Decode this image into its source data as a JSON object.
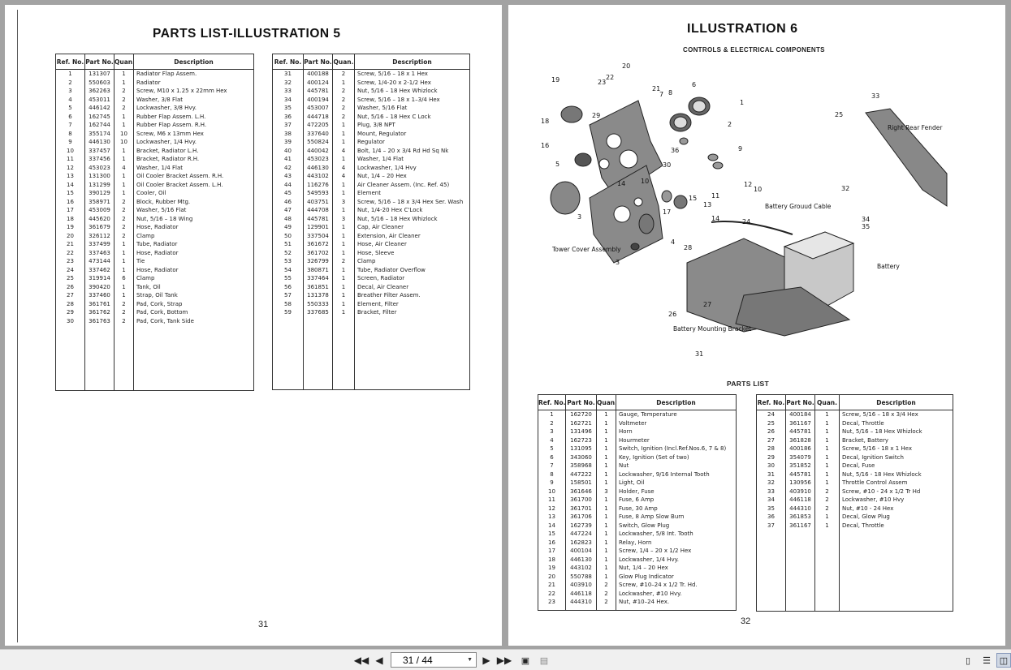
{
  "left_page": {
    "title": "PARTS  LIST-ILLUSTRATION  5",
    "page_number": "31",
    "headers": [
      "Ref. No.",
      "Part No.",
      "Quan.",
      "Description"
    ],
    "table1": [
      [
        "1",
        "131307",
        "1",
        "Radiator Flap  Assem."
      ],
      [
        "2",
        "550603",
        "1",
        "Radiator"
      ],
      [
        "3",
        "362263",
        "2",
        "Screw, M10 x 1.25 x 22mm Hex"
      ],
      [
        "4",
        "453011",
        "2",
        "Washer, 3/8 Flat"
      ],
      [
        "5",
        "446142",
        "2",
        "Lockwasher, 3/8 Hvy."
      ],
      [
        "6",
        "162745",
        "1",
        "Rubber Flap Assem. L.H."
      ],
      [
        "7",
        "162744",
        "1",
        "Rubber Flap Assem. R.H."
      ],
      [
        "8",
        "355174",
        "10",
        "Screw, M6 x 13mm Hex"
      ],
      [
        "9",
        "446130",
        "10",
        "Lockwasher, 1/4 Hvy."
      ],
      [
        "10",
        "337457",
        "1",
        "Bracket, Radiator L.H."
      ],
      [
        "11",
        "337456",
        "1",
        "Bracket, Radiator R.H."
      ],
      [
        "12",
        "453023",
        "4",
        "Washer, 1/4 Flat"
      ],
      [
        "13",
        "131300",
        "1",
        "Oil Cooler Bracket Assem. R.H."
      ],
      [
        "14",
        "131299",
        "1",
        "Oil Cooler Bracket Assem. L.H."
      ],
      [
        "15",
        "390129",
        "1",
        "Cooler, Oil"
      ],
      [
        "16",
        "358971",
        "2",
        "Block, Rubber Mtg."
      ],
      [
        "17",
        "453009",
        "2",
        "Washer, 5/16 Flat"
      ],
      [
        "18",
        "445620",
        "2",
        "Nut, 5/16 – 18 Wing"
      ],
      [
        "19",
        "361679",
        "2",
        "Hose, Radiator"
      ],
      [
        "20",
        "326112",
        "2",
        "Clamp"
      ],
      [
        "21",
        "337499",
        "1",
        "Tube, Radiator"
      ],
      [
        "22",
        "337463",
        "1",
        "Hose, Radiator"
      ],
      [
        "23",
        "473144",
        "1",
        "Tie"
      ],
      [
        "24",
        "337462",
        "1",
        "Hose, Radiator"
      ],
      [
        "25",
        "319914",
        "6",
        "Clamp"
      ],
      [
        "26",
        "390420",
        "1",
        "Tank, Oil"
      ],
      [
        "27",
        "337460",
        "1",
        "Strap, Oil Tank"
      ],
      [
        "28",
        "361761",
        "2",
        "Pad, Cork, Strap"
      ],
      [
        "29",
        "361762",
        "2",
        "Pad, Cork, Bottom"
      ],
      [
        "30",
        "361763",
        "2",
        "Pad, Cork, Tank Side"
      ]
    ],
    "table2": [
      [
        "31",
        "400188",
        "2",
        "Screw, 5/16 – 18 x 1  Hex"
      ],
      [
        "32",
        "400124",
        "1",
        "Screw, 1/4-20 x 2-1/2 Hex"
      ],
      [
        "33",
        "445781",
        "2",
        "Nut, 5/16 – 18 Hex Whizlock"
      ],
      [
        "34",
        "400194",
        "2",
        "Screw, 5/16 – 18 x 1–3/4 Hex"
      ],
      [
        "35",
        "453007",
        "2",
        "Washer, 5/16 Flat"
      ],
      [
        "36",
        "444718",
        "2",
        "Nut, 5/16 – 18 Hex C Lock"
      ],
      [
        "37",
        "472205",
        "1",
        "Plug, 3/8 NPT"
      ],
      [
        "38",
        "337640",
        "1",
        "Mount, Regulator"
      ],
      [
        "39",
        "550824",
        "1",
        "Regulator"
      ],
      [
        "40",
        "440042",
        "4",
        "Bolt, 1/4 – 20 x 3/4 Rd Hd Sq Nk"
      ],
      [
        "41",
        "453023",
        "1",
        "Washer, 1/4 Flat"
      ],
      [
        "42",
        "446130",
        "4",
        "Lockwasher, 1/4 Hvy"
      ],
      [
        "43",
        "443102",
        "4",
        "Nut, 1/4 – 20 Hex"
      ],
      [
        "44",
        "116276",
        "1",
        "Air Cleaner Assem. (Inc. Ref. 45)"
      ],
      [
        "45",
        "549593",
        "1",
        "Element"
      ],
      [
        "46",
        "403751",
        "3",
        "Screw, 5/16 – 18 x 3/4 Hex Ser. Wash"
      ],
      [
        "47",
        "444708",
        "1",
        "Nut, 1/4-20 Hex C'Lock"
      ],
      [
        "48",
        "445781",
        "3",
        "Nut, 5/16 – 18 Hex Whizlock"
      ],
      [
        "49",
        "129901",
        "1",
        "Cap, Air Cleaner"
      ],
      [
        "50",
        "337504",
        "1",
        "Extension, Air Cleaner"
      ],
      [
        "51",
        "361672",
        "1",
        "Hose, Air Cleaner"
      ],
      [
        "52",
        "361702",
        "1",
        "Hose, Sleeve"
      ],
      [
        "53",
        "326799",
        "2",
        "Clamp"
      ],
      [
        "54",
        "380871",
        "1",
        "Tube, Radiator Overflow"
      ],
      [
        "55",
        "337464",
        "1",
        "Screen, Radiator"
      ],
      [
        "56",
        "361851",
        "1",
        "Decal, Air Cleaner"
      ],
      [
        "57",
        "131378",
        "1",
        "Breather Filter Assem."
      ],
      [
        "58",
        "550333",
        "1",
        "Element, Filter"
      ],
      [
        "59",
        "337685",
        "1",
        "Bracket, Filter"
      ]
    ]
  },
  "right_page": {
    "title": "ILLUSTRATION  6",
    "subtitle": "CONTROLS & ELECTRICAL COMPONENTS",
    "parts_list_title": "PARTS LIST",
    "page_number": "32",
    "headers": [
      "Ref. No.",
      "Part No.",
      "Quan.",
      "Description"
    ],
    "diagram_labels": {
      "tower_cover": "Tower Cover Assembly",
      "battery_cable": "Battery Grouud Cable",
      "right_fender": "Right Rear Fender",
      "battery": "Battery",
      "mount_bracket": "Battery Mounting Bracket",
      "refs": [
        "1",
        "2",
        "3",
        "3",
        "4",
        "5",
        "6",
        "7",
        "8",
        "9",
        "10",
        "10",
        "11",
        "12",
        "13",
        "14",
        "14",
        "15",
        "16",
        "17",
        "18",
        "19",
        "20",
        "21",
        "22",
        "23",
        "24",
        "25",
        "26",
        "27",
        "28",
        "29",
        "30",
        "31",
        "32",
        "33",
        "34",
        "35",
        "36"
      ]
    },
    "table1": [
      [
        "1",
        "162720",
        "1",
        "Gauge, Temperature"
      ],
      [
        "2",
        "162721",
        "1",
        "Voltmeter"
      ],
      [
        "3",
        "131496",
        "1",
        "Horn"
      ],
      [
        "4",
        "162723",
        "1",
        "Hourmeter"
      ],
      [
        "5",
        "131095",
        "1",
        "Switch, Ignition (Incl.Ref.Nos.6, 7 & 8)"
      ],
      [
        "6",
        "343060",
        "1",
        "Key, Ignition (Set of two)"
      ],
      [
        "7",
        "358968",
        "1",
        "Nut"
      ],
      [
        "8",
        "447222",
        "1",
        "Lockwasher, 9/16 Internal Tooth"
      ],
      [
        "9",
        "158501",
        "1",
        "Light, Oil"
      ],
      [
        "10",
        "361646",
        "3",
        "Holder, Fuse"
      ],
      [
        "11",
        "361700",
        "1",
        "Fuse, 6 Amp"
      ],
      [
        "12",
        "361701",
        "1",
        "Fuse, 30 Amp"
      ],
      [
        "13",
        "361706",
        "1",
        "Fuse, 8 Amp Slow Burn"
      ],
      [
        "14",
        "162739",
        "1",
        "Switch, Glow Plug"
      ],
      [
        "15",
        "447224",
        "1",
        "Lockwasher, 5/8  Int. Tooth"
      ],
      [
        "16",
        "162823",
        "1",
        "Relay, Horn"
      ],
      [
        "17",
        "400104",
        "1",
        "Screw, 1/4 – 20 x 1/2 Hex"
      ],
      [
        "18",
        "446130",
        "1",
        "Lockwasher, 1/4 Hvy."
      ],
      [
        "19",
        "443102",
        "1",
        "Nut, 1/4 – 20 Hex"
      ],
      [
        "20",
        "550788",
        "1",
        "Glow Plug Indicator"
      ],
      [
        "21",
        "403910",
        "2",
        "Screw, #10–24 x 1/2 Tr. Hd."
      ],
      [
        "22",
        "446118",
        "2",
        "Lockwasher, #10 Hvy."
      ],
      [
        "23",
        "444310",
        "2",
        "Nut, #10–24 Hex."
      ]
    ],
    "table2": [
      [
        "24",
        "400184",
        "1",
        "Screw, 5/16 – 18 x 3/4 Hex"
      ],
      [
        "25",
        "361167",
        "1",
        "Decal, Throttle"
      ],
      [
        "26",
        "445781",
        "1",
        "Nut, 5/16 – 18 Hex Whizlock"
      ],
      [
        "27",
        "361828",
        "1",
        "Bracket, Battery"
      ],
      [
        "28",
        "400186",
        "1",
        "Screw, 5/16 - 18 x 1 Hex"
      ],
      [
        "29",
        "354079",
        "1",
        "Decal, Ignition Switch"
      ],
      [
        "30",
        "351852",
        "1",
        "Decal, Fuse"
      ],
      [
        "31",
        "445781",
        "1",
        "Nut, 5/16 - 18 Hex Whizlock"
      ],
      [
        "32",
        "130956",
        "1",
        "Throttle Control Assem"
      ],
      [
        "33",
        "403910",
        "2",
        "Screw, #10 - 24 x 1/2 Tr Hd"
      ],
      [
        "34",
        "446118",
        "2",
        "Lockwasher, #10 Hvy"
      ],
      [
        "35",
        "444310",
        "2",
        "Nut, #10 - 24 Hex"
      ],
      [
        "36",
        "361853",
        "1",
        "Decal, Glow Plug"
      ],
      [
        "37",
        "361167",
        "1",
        "Decal, Throttle"
      ]
    ]
  },
  "toolbar": {
    "page_indicator": "31 / 44",
    "icons": [
      "first-page-icon",
      "prev-page-icon",
      "next-page-icon",
      "last-page-icon",
      "fit-page-icon",
      "fit-width-icon",
      "single-page-view-icon",
      "continuous-view-icon",
      "facing-view-icon"
    ]
  }
}
